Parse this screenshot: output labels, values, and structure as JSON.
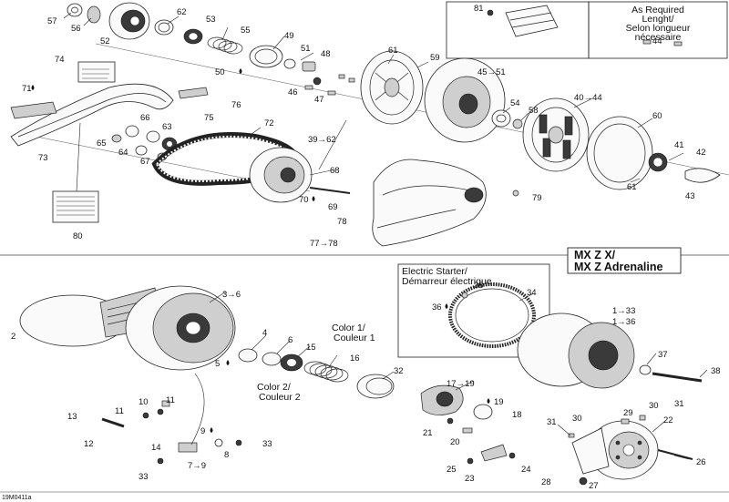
{
  "diagram": {
    "code": "19M0411a",
    "notes": {
      "length_note": [
        "As Required",
        "Lenght/",
        "Selon longueur",
        "nécessaire"
      ],
      "model": [
        "MX Z X/",
        "MX Z Adrenaline"
      ],
      "electric_starter": [
        "Electric Starter/",
        "Démarreur électrique"
      ],
      "color1": [
        "Color 1/",
        "Couleur 1"
      ],
      "color2": [
        "Color 2/",
        "Couleur 2"
      ]
    },
    "callouts": {
      "c57": "57",
      "c56": "56",
      "c52": "52",
      "c62": "62",
      "c53": "53",
      "c55": "55",
      "c49": "49",
      "c51": "51",
      "c48": "48",
      "c50": "50",
      "c46": "46",
      "c47": "47",
      "c61a": "61",
      "c59": "59",
      "c45_51": "45→51",
      "c81": "81",
      "c44": "44",
      "c74": "74",
      "c71": "71",
      "c76": "76",
      "c75": "75",
      "c66": "66",
      "c63": "63",
      "c65": "65",
      "c64": "64",
      "c67": "67",
      "c73": "73",
      "c72": "72",
      "c39_62": "39→62",
      "c54": "54",
      "c58": "58",
      "c40_44": "40→44",
      "c60": "60",
      "c41": "41",
      "c42": "42",
      "c61b": "61",
      "c43": "43",
      "c68": "68",
      "c70": "70",
      "c69": "69",
      "c79": "79",
      "c78": "78",
      "c80": "80",
      "c77_78": "77→78",
      "c3_6": "3→6",
      "c2": "2",
      "c4": "4",
      "c6": "6",
      "c5": "5",
      "c15": "15",
      "c16": "16",
      "c32": "32",
      "c35": "35",
      "c34": "34",
      "c36": "36",
      "c1_33": "1→33",
      "c1_36": "1→36",
      "c37": "37",
      "c38": "38",
      "c17_19": "17→19",
      "c19": "19",
      "c18": "18",
      "c21": "21",
      "c20": "20",
      "c10": "10",
      "c11a": "11",
      "c11b": "11",
      "c13": "13",
      "c12": "12",
      "c9": "9",
      "c33a": "33",
      "c14": "14",
      "c8": "8",
      "c7_9": "7→9",
      "c33b": "33",
      "c29": "29",
      "c30a": "30",
      "c31a": "31",
      "c31b": "31",
      "c30b": "30",
      "c22": "22",
      "c25": "25",
      "c24": "24",
      "c23": "23",
      "c26": "26",
      "c28": "28",
      "c27": "27"
    }
  }
}
